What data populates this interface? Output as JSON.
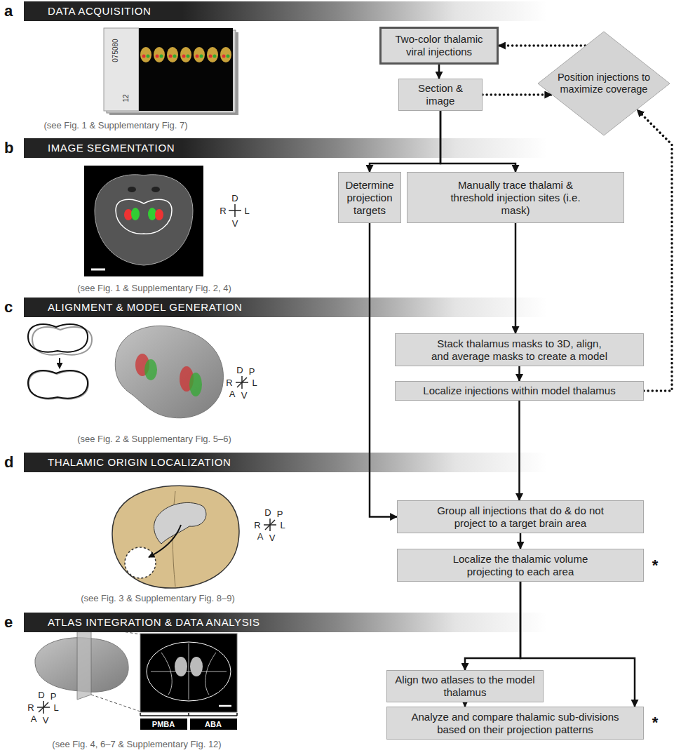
{
  "diagram": {
    "nodes": [
      {
        "text": [
          "a",
          "DATA ACQUISITION"
        ]
      },
      {
        "text": [
          "Two-color thalamic viral injections"
        ]
      },
      {
        "text": [
          "Position injections to maximize coverage"
        ]
      },
      {
        "text": [
          "Section & image"
        ]
      },
      {
        "text": [
          "b",
          "IMAGE SEGMENTATION"
        ]
      },
      {
        "text": [
          "Determine projection targets"
        ]
      },
      {
        "text": [
          "Manually trace thalami & threshold injection sites (i.e. mask)"
        ]
      },
      {
        "text": [
          "c",
          "ALIGNMENT & MODEL GENERATION"
        ]
      },
      {
        "text": [
          "Stack thalamus masks to 3D, align, and average masks to create a model"
        ]
      },
      {
        "text": [
          "Localize injections within model thalamus"
        ]
      },
      {
        "text": [
          "d",
          "THALAMIC ORIGIN LOCALIZATION"
        ]
      },
      {
        "text": [
          "Group all injections that do & do not project to a target brain area"
        ]
      },
      {
        "text": [
          "Localize the thalamic volume projecting to each area"
        ]
      },
      {
        "text": [
          "e",
          "ATLAS INTEGRATION & DATA ANALYSIS"
        ]
      },
      {
        "text": [
          "Align two atlases to the model thalamus"
        ]
      },
      {
        "text": [
          "Analyze and compare thalamic sub-divisions based on their projection patterns"
        ]
      }
    ],
    "edges": [
      {
        "from": 1,
        "to": 3,
        "arrow": "to"
      },
      {
        "from": 3,
        "to": 2,
        "arrow": "to"
      },
      {
        "from": 2,
        "to": 1,
        "arrow": "to"
      },
      {
        "from": 9,
        "to": 2,
        "arrow": "to"
      },
      {
        "from": 3,
        "to": 5,
        "arrow": "to"
      },
      {
        "from": 3,
        "to": 6,
        "arrow": "to"
      },
      {
        "from": 6,
        "to": 8,
        "arrow": "to"
      },
      {
        "from": 8,
        "to": 9,
        "arrow": "to"
      },
      {
        "from": 9,
        "to": 11,
        "arrow": "to"
      },
      {
        "from": 5,
        "to": 11,
        "arrow": "to"
      },
      {
        "from": 11,
        "to": 12,
        "arrow": "to"
      },
      {
        "from": 12,
        "to": 14,
        "arrow": "to"
      },
      {
        "from": 12,
        "to": 15,
        "arrow": "to"
      },
      {
        "from": 14,
        "to": 15,
        "arrow": "to"
      }
    ],
    "labels": [
      "075080",
      "12",
      "(see Fig. 1 & Supplementary Fig. 7)",
      "D",
      "R",
      "L",
      "V",
      "(see Fig. 1 & Supplementary Fig. 2, 4)",
      "D",
      "P",
      "R",
      "L",
      "A",
      "V",
      "(see Fig. 2 & Supplementary Fig. 5–6)",
      "D",
      "P",
      "R",
      "L",
      "A",
      "V",
      "(see Fig. 3 & Supplementary Fig. 8–9)",
      "*",
      "D",
      "P",
      "R",
      "L",
      "A",
      "V",
      "PMBA",
      "ABA",
      "(see Fig. 4, 6–7 & Supplementary Fig. 12)",
      "*"
    ]
  }
}
